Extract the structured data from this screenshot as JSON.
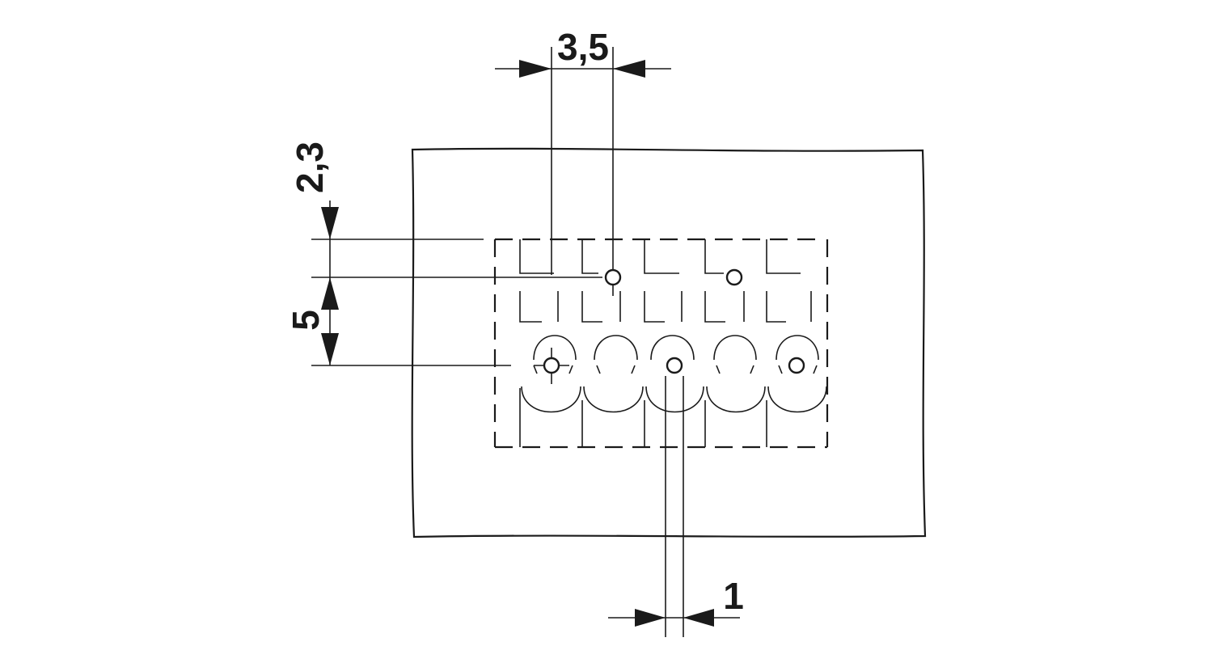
{
  "dimensions": {
    "pitch": "3,5",
    "top_offset": "2,3",
    "row_spacing": "5",
    "hole_diameter": "1"
  },
  "pole_count": 5
}
